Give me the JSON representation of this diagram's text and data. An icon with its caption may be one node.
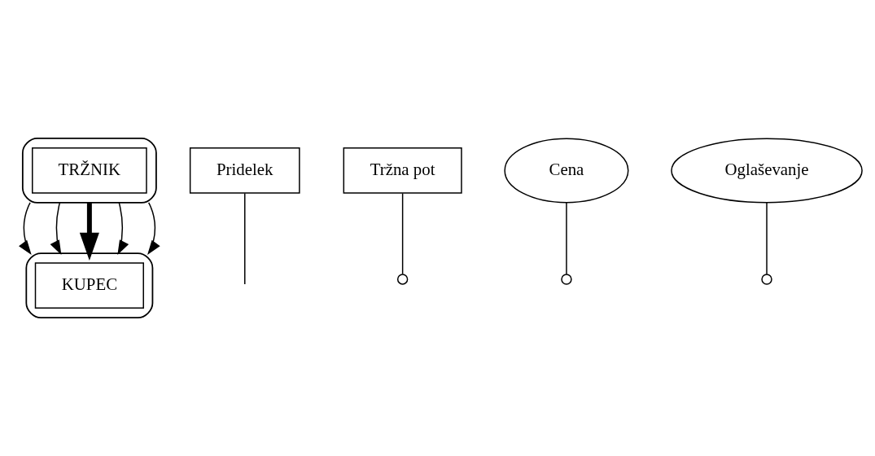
{
  "diagram": {
    "nodes": [
      {
        "text": [],
        "shape": "ellipse"
      },
      {
        "text": [
          "TRŽNIK"
        ],
        "in": 0
      },
      {
        "text": [],
        "shape": "ellipse"
      },
      {
        "text": [
          "KUPEC"
        ],
        "in": 2
      },
      {
        "text": [
          "Pridelek"
        ]
      },
      {
        "text": [
          "Tržna pot"
        ]
      },
      {
        "text": [
          "Cena"
        ]
      },
      {
        "text": [
          "Oglaševanje"
        ]
      }
    ],
    "edges": [
      {
        "from": 0,
        "to": 2,
        "arrow": "to"
      },
      {
        "from": 0,
        "to": 2,
        "arrow": "to"
      },
      {
        "from": 0,
        "to": 2,
        "arrow": "to",
        "style": "thick"
      },
      {
        "from": 0,
        "to": 2,
        "arrow": "to"
      },
      {
        "from": 0,
        "to": 2,
        "arrow": "to"
      },
      {
        "from": 4,
        "to": null,
        "arrow": "none"
      },
      {
        "from": 5,
        "to": null,
        "arrow": "other"
      },
      {
        "from": 6,
        "to": null,
        "arrow": "other"
      },
      {
        "from": 7,
        "to": null,
        "arrow": "other"
      }
    ]
  }
}
